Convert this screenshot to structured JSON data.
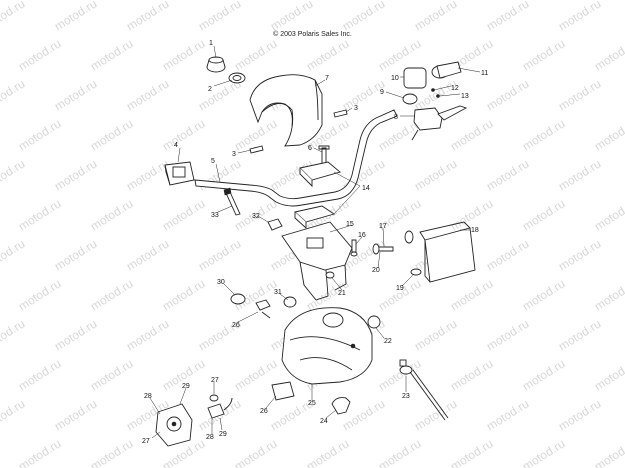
{
  "copyright": "© 2003 Polaris Sales Inc.",
  "watermark": "motod.ru",
  "callouts": [
    "1",
    "2",
    "3",
    "3",
    "4",
    "5",
    "6",
    "7",
    "8",
    "9",
    "10",
    "11",
    "12",
    "13",
    "14",
    "15",
    "16",
    "17",
    "18",
    "19",
    "20",
    "21",
    "22",
    "23",
    "24",
    "25",
    "26",
    "26",
    "27",
    "27",
    "28",
    "28",
    "29",
    "29",
    "30",
    "31",
    "32",
    "33"
  ]
}
